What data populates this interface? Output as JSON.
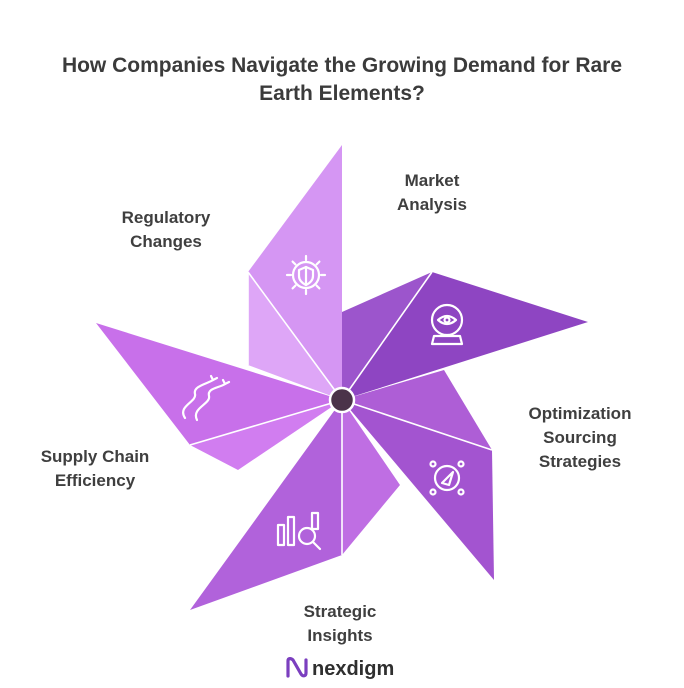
{
  "title": {
    "line1": "How Companies Navigate the Growing Demand for Rare",
    "line2": "Earth Elements?"
  },
  "blades": [
    {
      "id": "regulatory-changes",
      "label": [
        "Regulatory",
        "Changes"
      ],
      "icon": "shield-gear-icon",
      "color_light": "#dea6f7",
      "color_dark": "#d596f3"
    },
    {
      "id": "market-analysis",
      "label": [
        "Market",
        "Analysis"
      ],
      "icon": "crystal-ball-eye-icon",
      "color_light": "#9c55cc",
      "color_dark": "#8e45c2"
    },
    {
      "id": "optimization-sourcing",
      "label": [
        "Optimization",
        "Sourcing",
        "Strategies"
      ],
      "icon": "navigation-compass-icon",
      "color_light": "#ae5ed6",
      "color_dark": "#a354d0"
    },
    {
      "id": "strategic-insights",
      "label": [
        "Strategic",
        "Insights"
      ],
      "icon": "chart-magnifier-icon",
      "color_light": "#bf6ee3",
      "color_dark": "#b162db"
    },
    {
      "id": "supply-chain",
      "label": [
        "Supply Chain",
        "Efficiency"
      ],
      "icon": "winding-road-icon",
      "color_light": "#d17df0",
      "color_dark": "#c870ea"
    }
  ],
  "logo": {
    "text": "nexdigm",
    "icon": "nexdigm-logo-icon",
    "color": "#7b3fbf"
  },
  "hub_color": "#4b3349"
}
